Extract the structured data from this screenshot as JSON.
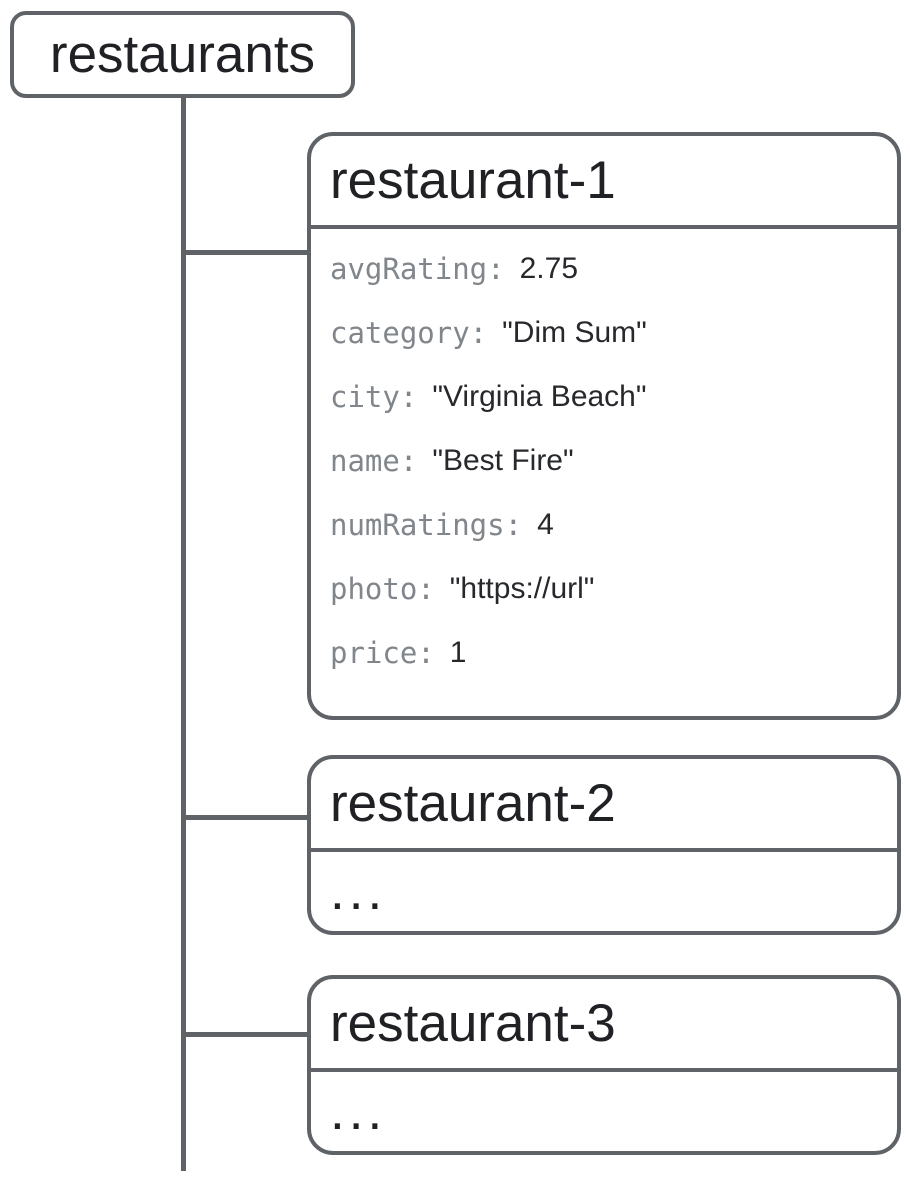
{
  "diagram": {
    "root": {
      "label": "restaurants"
    },
    "children": [
      {
        "id": "restaurant-1",
        "fields": [
          {
            "key": "avgRating:",
            "value": "2.75"
          },
          {
            "key": "category:",
            "value": "\"Dim Sum\""
          },
          {
            "key": "city:",
            "value": "\"Virginia Beach\""
          },
          {
            "key": "name:",
            "value": "\"Best Fire\""
          },
          {
            "key": "numRatings:",
            "value": "4"
          },
          {
            "key": "photo:",
            "value": "\"https://url\""
          },
          {
            "key": "price:",
            "value": "1"
          }
        ]
      },
      {
        "id": "restaurant-2",
        "body": "..."
      },
      {
        "id": "restaurant-3",
        "body": "..."
      }
    ],
    "colors": {
      "line": "#5f6368",
      "field_key": "#80868b",
      "field_value": "#26282b",
      "title": "#202124",
      "background": "#ffffff"
    }
  }
}
